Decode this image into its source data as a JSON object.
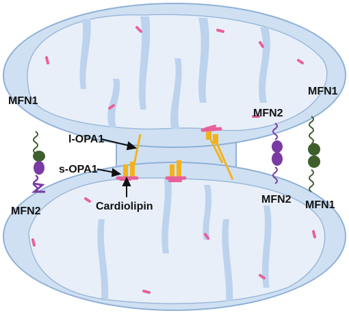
{
  "labels": {
    "mfn1_top_left": "MFN1",
    "mfn2_bottom_left": "MFN2",
    "mfn1_top_right": "MFN1",
    "mfn2_right_top": "MFN2",
    "mfn2_right_bottom": "MFN2",
    "mfn1_bottom_right": "MFN1",
    "l_opa1": "l-OPA1",
    "s_opa1": "s-OPA1",
    "cardiolipin": "Cardiolipin"
  },
  "colors": {
    "outer_membrane_fill": "#cfe0f3",
    "outer_membrane_stroke": "#8fb0d6",
    "matrix_fill": "#e8eff8",
    "cristae_fill": "#bcd3ee",
    "cardiolipin_pink": "#e8609a",
    "opa1_orange": "#f3b21a",
    "mfn1_green": "#3e5f2c",
    "mfn2_purple": "#7a3aa3",
    "arrow": "#111111"
  }
}
